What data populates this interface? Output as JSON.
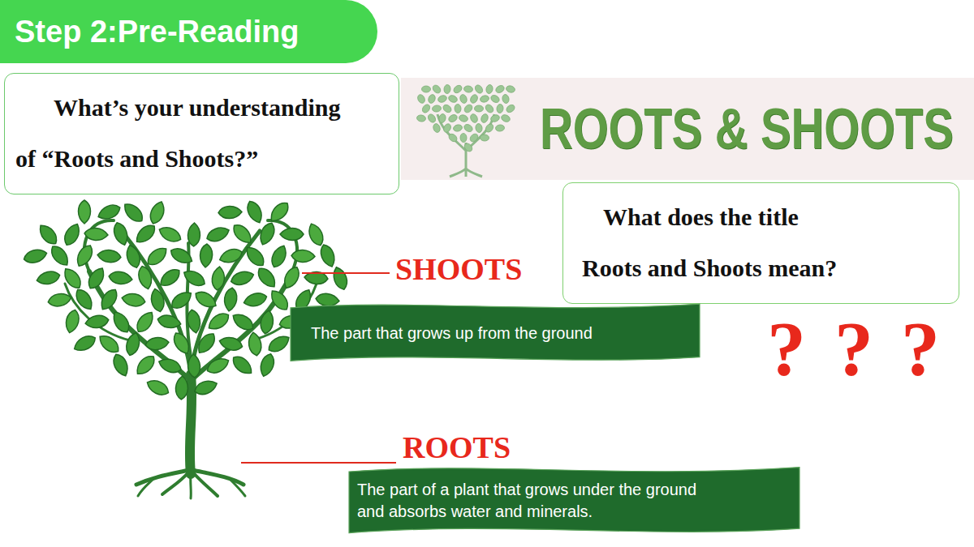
{
  "diagram": {
    "nodes": [
      {
        "text": [
          "Step 2:Pre-Reading"
        ]
      },
      {
        "text": [
          "What’s your understanding of “Roots and Shoots?”"
        ]
      },
      {
        "text": [
          "ROOTS & SHOOTS"
        ]
      },
      {
        "text": [
          "What does the title Roots and Shoots mean?"
        ]
      },
      {
        "text": [
          "The part that grows up from the ground"
        ]
      },
      {
        "text": [
          "The part of a plant that grows under the ground and absorbs water and minerals."
        ]
      }
    ],
    "labels": [
      "SHOOTS",
      "ROOTS",
      "?",
      "?",
      "?"
    ]
  }
}
